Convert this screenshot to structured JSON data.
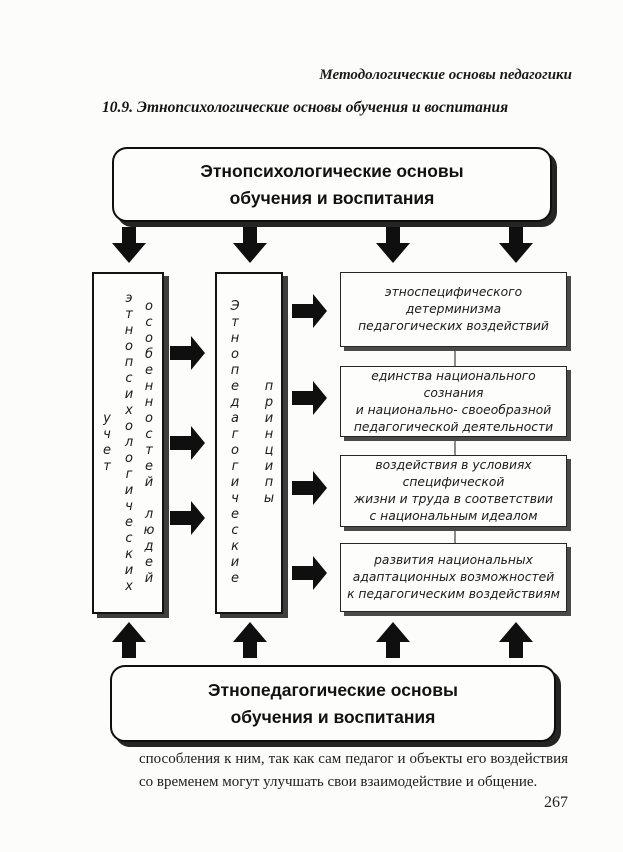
{
  "page": {
    "running_header": "Методологические основы педагогики",
    "section_title": "10.9. Этнопсихологические основы обучения и воспитания",
    "body_text": "способления к ним, так как сам педагог и объекты его воздействия со временем могут улучшать свои взаимодействие и общение.",
    "page_number": "267"
  },
  "diagram": {
    "top_box": "Этнопсихологические основы\nобучения и воспитания",
    "left_box": {
      "col1": "учет",
      "col2": "этнопсихологических",
      "col3": "особенностей людей"
    },
    "middle_box": {
      "col1": "Этнопедагогические",
      "col2": "принципы"
    },
    "principle_boxes": [
      {
        "text": "этноспецифического детерминизма\nпедагогических воздействий"
      },
      {
        "text": "единства национального сознания\nи национально- своеобразной\nпедагогической деятельности"
      },
      {
        "text": "воздействия в условиях специфической\nжизни и труда в соответствии\nс национальным идеалом"
      },
      {
        "text": "развития национальных\nадаптационных возможностей\nк педагогическим воздействиям"
      }
    ],
    "bottom_box": "Этнопедагогические основы\nобучения и воспитания",
    "colors": {
      "ink": "#0f0f0f",
      "box_shadow": "#3e3e3e",
      "paper": "#fcfcfa"
    }
  }
}
